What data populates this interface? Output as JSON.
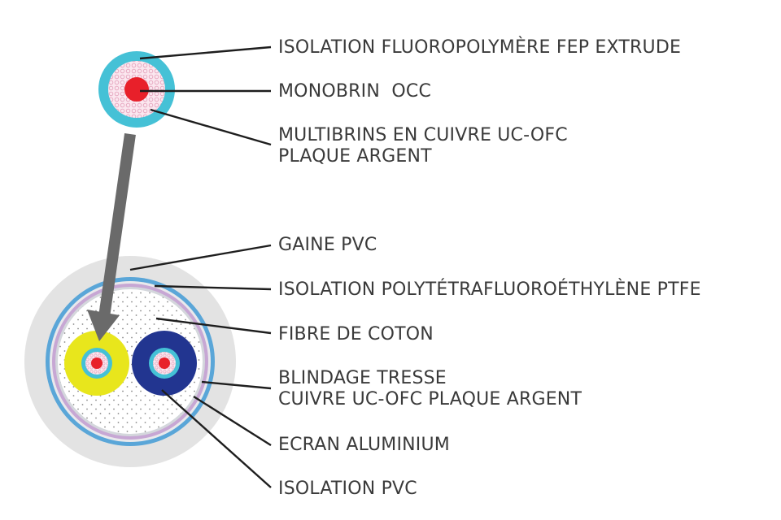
{
  "labels": {
    "fep_insulation": "ISOLATION FLUOROPOLYMÈRE FEP EXTRUDE",
    "occ_solid": "MONOBRIN  OCC",
    "multistrand_1": "MULTIBRINS EN CUIVRE UC-OFC",
    "multistrand_2": "PLAQUE ARGENT",
    "pvc_jacket": "GAINE PVC",
    "ptfe_insulation": "ISOLATION POLYTÉTRAFLUOROÉTHYLÈNE PTFE",
    "cotton_fiber": "FIBRE DE COTON",
    "braid_shield_1": "BLINDAGE TRESSE",
    "braid_shield_2": "CUIVRE UC-OFC PLAQUE ARGENT",
    "aluminium_screen": "ECRAN ALUMINIUM",
    "pvc_insulation": "ISOLATION PVC"
  },
  "colors": {
    "fep_cyan": "#45c1d6",
    "conductor_red": "#e8202a",
    "strand_pink": "#f4c9d9",
    "jacket_grey": "#e3e3e3",
    "ptfe_blue": "#5aa6d8",
    "shield_lavender": "#c7a7d4",
    "yellow_insulation": "#e8e61c",
    "navy_insulation": "#223590",
    "arrow_grey": "#6a6a6a"
  }
}
